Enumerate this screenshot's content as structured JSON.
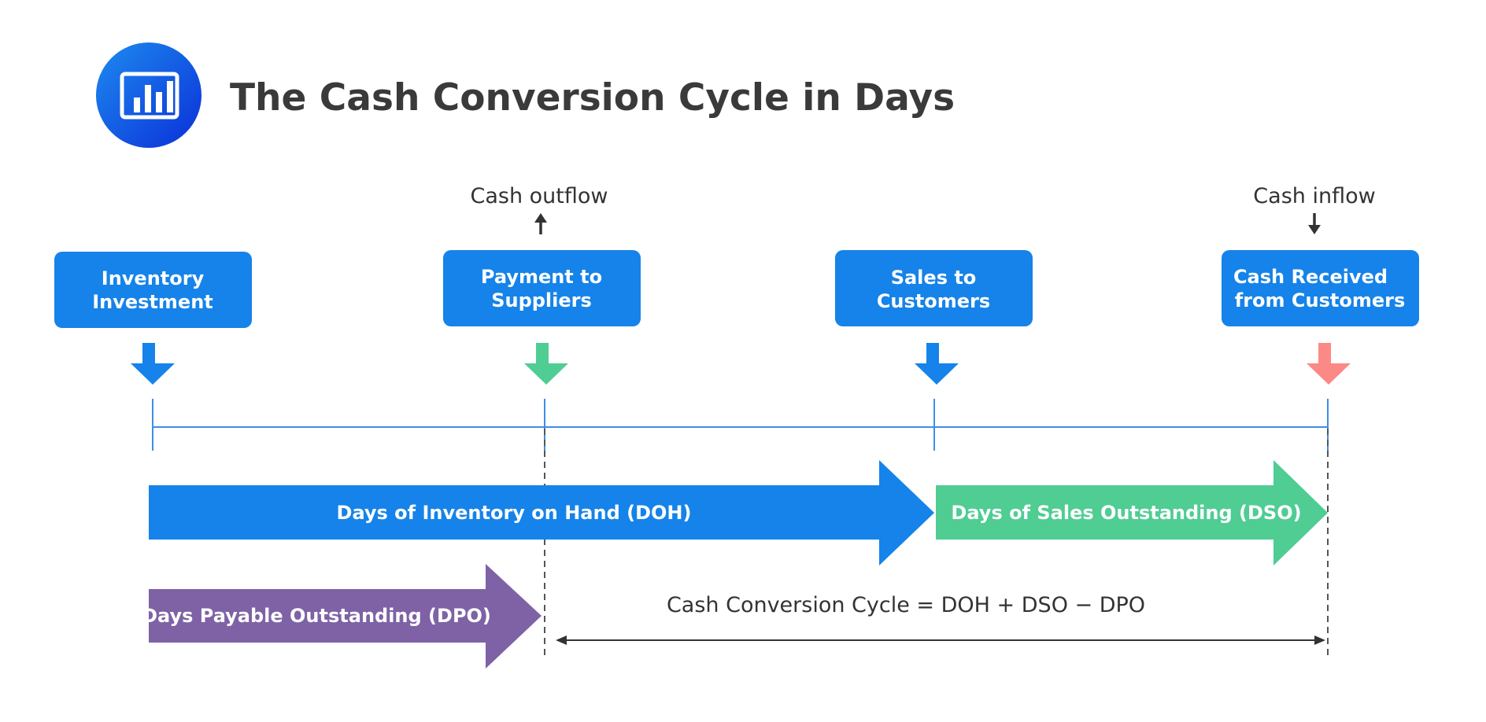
{
  "title": "The Cash Conversion Cycle in Days",
  "logo_icon": "bar-chart-icon",
  "colors": {
    "blue": "#1583e9",
    "green": "#4fcd93",
    "purple": "#7e62a5",
    "pink": "#fb8a86",
    "timeline": "#3d8fe6",
    "text_dark": "#333333"
  },
  "events": [
    {
      "line1": "Inventory",
      "line2": "Investment",
      "marker_color": "blue"
    },
    {
      "line1": "Payment to",
      "line2": "Suppliers",
      "marker_color": "green"
    },
    {
      "line1": "Sales to",
      "line2": "Customers",
      "marker_color": "blue"
    },
    {
      "line1": "Cash Received",
      "line2": "from Customers",
      "marker_color": "pink"
    }
  ],
  "cash_outflow": "Cash outflow",
  "cash_inflow": "Cash inflow",
  "periods": {
    "doh": "Days of Inventory on Hand (DOH)",
    "dso": "Days of Sales Outstanding (DSO)",
    "dpo": "Days Payable Outstanding (DPO)"
  },
  "formula": "Cash Conversion Cycle = DOH + DSO − DPO"
}
